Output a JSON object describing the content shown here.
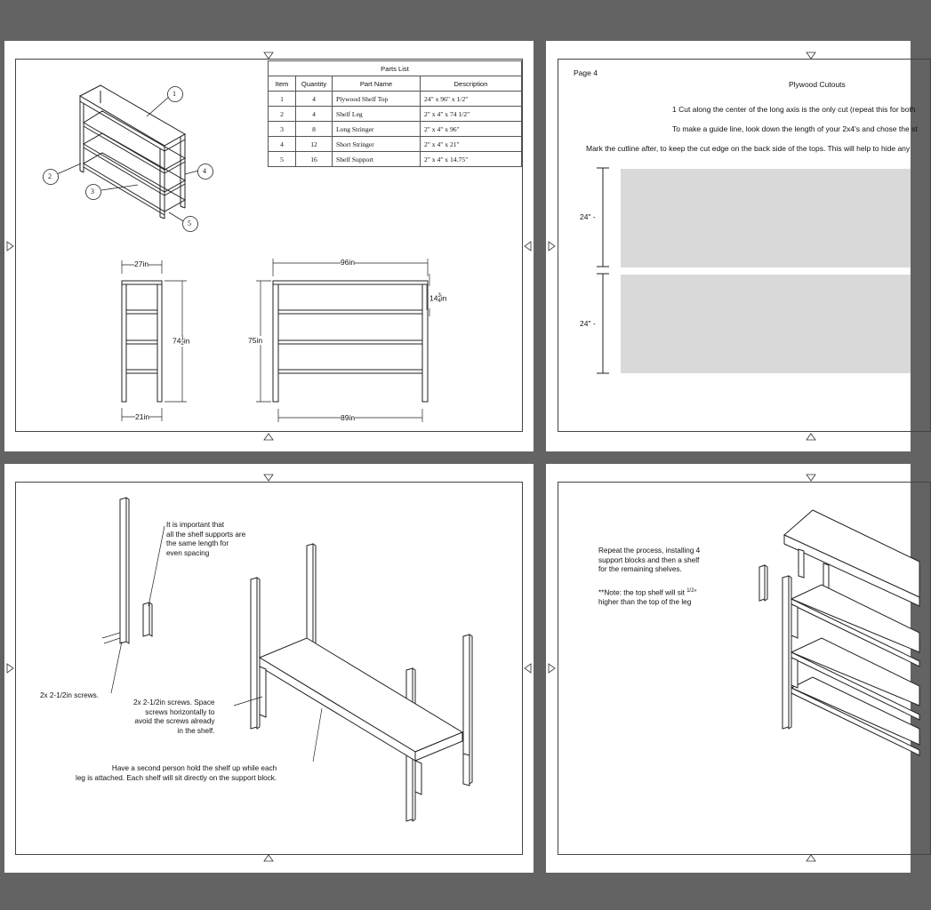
{
  "page1": {
    "parts_list": {
      "title": "Parts List",
      "headers": [
        "Item",
        "Quantity",
        "Part Name",
        "Description"
      ],
      "rows": [
        [
          "1",
          "4",
          "Plywood Shelf Top",
          "24\" x 96\" x 1/2\""
        ],
        [
          "2",
          "4",
          "Shelf Leg",
          "2\" x 4\" x 74 1/2\""
        ],
        [
          "3",
          "8",
          "Long Stringer",
          "2\" x 4\" x 96\""
        ],
        [
          "4",
          "12",
          "Short Stringer",
          "2\" x 4\" x 21\""
        ],
        [
          "5",
          "16",
          "Shelf Support",
          "2\" x 4\" x 14.75\""
        ]
      ]
    },
    "callouts": [
      "1",
      "2",
      "3",
      "4",
      "5"
    ],
    "dimensions": {
      "side_width": "27in",
      "side_height": "74",
      "side_height_frac_num": "1",
      "side_height_frac_den": "2",
      "side_height_unit": "in",
      "side_bottom": "21in",
      "front_width": "96in",
      "front_height": "75in",
      "shelf_gap": "14",
      "shelf_gap_frac_num": "3",
      "shelf_gap_frac_den": "4",
      "shelf_gap_unit": "in",
      "front_bottom": "89in"
    }
  },
  "page2": {
    "page_label": "Page 4",
    "title": "Plywood Cutouts",
    "line1": "1 Cut along the center of the long axis is the only cut (repeat this for both",
    "line2": "To make a guide line, look down the length of your 2x4's and chose the st",
    "line3": "Mark the cutline after, to keep the cut edge on the back side of the tops. This will help to hide any",
    "dim_top": "24\" -",
    "dim_bottom": "24\" -"
  },
  "page3": {
    "note_supports": [
      "It is important that",
      "all the shelf supports are",
      "the same length for",
      "even spacing"
    ],
    "note_screws_left": "2x 2-1/2in screws.",
    "note_screws_mid": [
      "2x 2-1/2in screws. Space",
      "screws horizontally to",
      "avoid the screws already",
      "in the shelf."
    ],
    "note_second_person": [
      "Have a second person hold the shelf up while each",
      "leg is attached. Each shelf will sit directly on the support block."
    ]
  },
  "page4": {
    "note_repeat": [
      "Repeat the process, installing 4",
      "support blocks and then a shelf",
      "for the remaining shelves."
    ],
    "note_top_a": "**Note: the top shelf will sit",
    "note_top_frac": "1/2",
    "note_top_quote": "\"",
    "note_top_b": "higher than the top of the leg"
  }
}
